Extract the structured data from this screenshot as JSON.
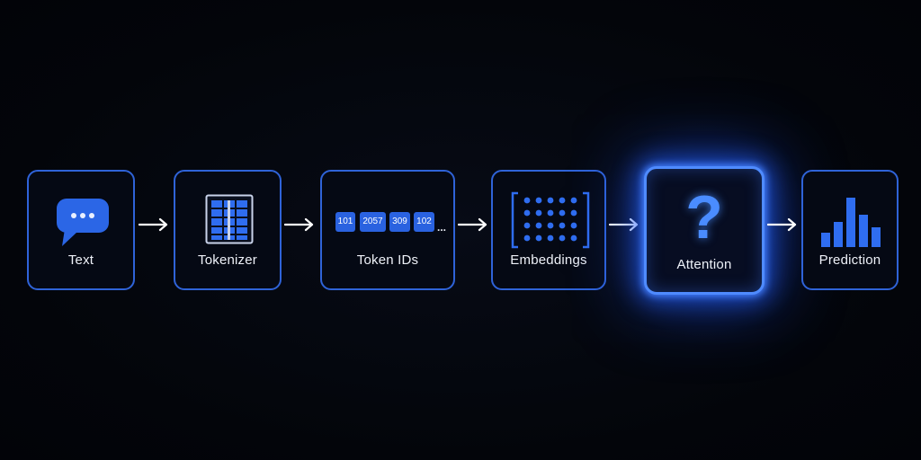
{
  "pipeline": {
    "steps": [
      {
        "id": "text",
        "label": "Text",
        "icon": "chat-bubble-icon"
      },
      {
        "id": "tokenizer",
        "label": "Tokenizer",
        "icon": "grid-table-icon"
      },
      {
        "id": "token_ids",
        "label": "Token IDs",
        "icon": "token-chips-icon"
      },
      {
        "id": "embeddings",
        "label": "Embeddings",
        "icon": "dot-matrix-icon"
      },
      {
        "id": "attention",
        "label": "Attention",
        "icon": "question-mark-icon",
        "highlighted": true
      },
      {
        "id": "prediction",
        "label": "Prediction",
        "icon": "bar-chart-icon"
      }
    ],
    "token_ids": [
      "101",
      "2057",
      "309",
      "102"
    ],
    "token_ellipsis": "...",
    "attention_symbol": "?"
  },
  "colors": {
    "background": "#03050a",
    "box_border": "#2f63d8",
    "accent": "#2a62e0",
    "glow": "#4f8bff",
    "label_text": "#eef1f8",
    "arrow": "#ffffff"
  }
}
